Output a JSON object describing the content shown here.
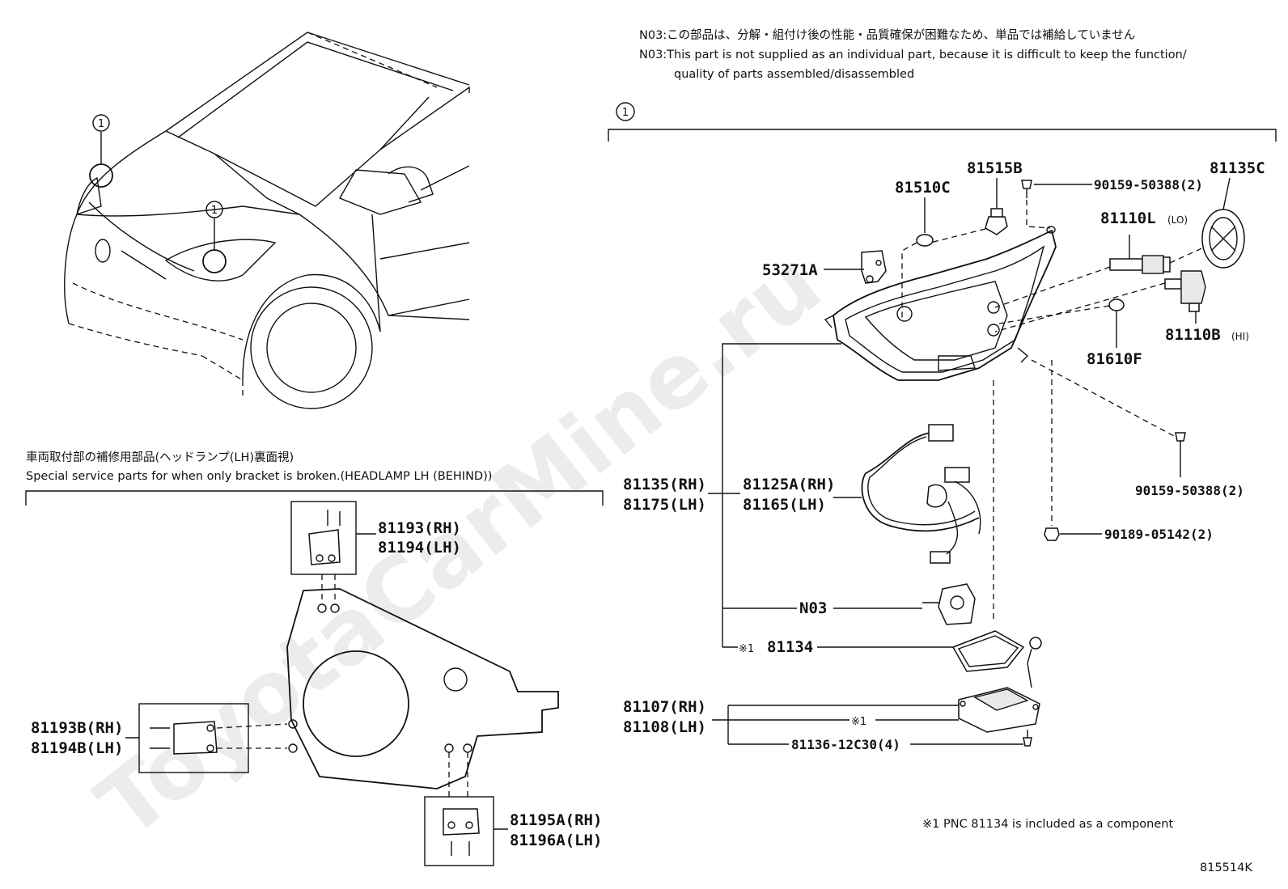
{
  "notes": {
    "n03_jp": "N03:この部品は、分解・組付け後の性能・品質確保が困難なため、単品では補給していません",
    "n03_en_1": "N03:This part is not supplied as an individual part, because it is difficult to keep the function/",
    "n03_en_2": "quality of parts assembled/disassembled"
  },
  "bracket_section": {
    "title_jp": "車両取付部の補修用部品(ヘッドランプ(LH)裏面視)",
    "title_en": "Special service parts for when only bracket is broken.(HEADLAMP LH (BEHIND))"
  },
  "callouts": {
    "c1": "1",
    "c2": "1",
    "c3": "1",
    "ref1": "※1",
    "ref2": "※1"
  },
  "parts": {
    "p81510C": "81510C",
    "p81515B": "81515B",
    "p90159_top": "90159-50388(2)",
    "p81135C": "81135C",
    "p81110L": "81110L",
    "p81110L_sub": "(LO)",
    "p53271A": "53271A",
    "p81110B": "81110B",
    "p81110B_sub": "(HI)",
    "p81610F": "81610F",
    "p90159_mid": "90159-50388(2)",
    "p90189": "90189-05142(2)",
    "p81135RH": "81135(RH)",
    "p81175LH": "81175(LH)",
    "p81125A": "81125A(RH)",
    "p81165": "81165(LH)",
    "pN03": "N03",
    "p81134": "81134",
    "p81107": "81107(RH)",
    "p81108": "81108(LH)",
    "p81136": "81136-12C30(4)",
    "p81193": "81193(RH)",
    "p81194": "81194(LH)",
    "p81193B": "81193B(RH)",
    "p81194B": "81194B(LH)",
    "p81195A": "81195A(RH)",
    "p81196A": "81196A(LH)"
  },
  "footnote": "※1 PNC 81134 is included as a component",
  "diagram_id": "815514K",
  "watermark": "ToyotaCarMine.ru"
}
